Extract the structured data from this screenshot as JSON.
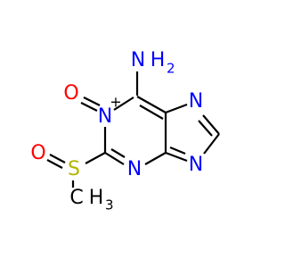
{
  "colors": {
    "bond": "#000000",
    "nitrogen": "#0000ff",
    "oxygen": "#ff0000",
    "sulfur": "#b4b400",
    "carbon": "#000000",
    "background": "#ffffff"
  },
  "atoms": {
    "amine_n": "N",
    "amine_h": "H",
    "amine_h_count": "2",
    "n_oxide_n": "N",
    "n_oxide_charge": "+",
    "n_oxide_o": "O",
    "sulfinyl_o": "O",
    "sulfur": "S",
    "methyl_c": "C",
    "methyl_h": "H",
    "methyl_h_count": "3",
    "ring_n3": "N",
    "ring_n7": "N",
    "ring_n9": "N"
  }
}
